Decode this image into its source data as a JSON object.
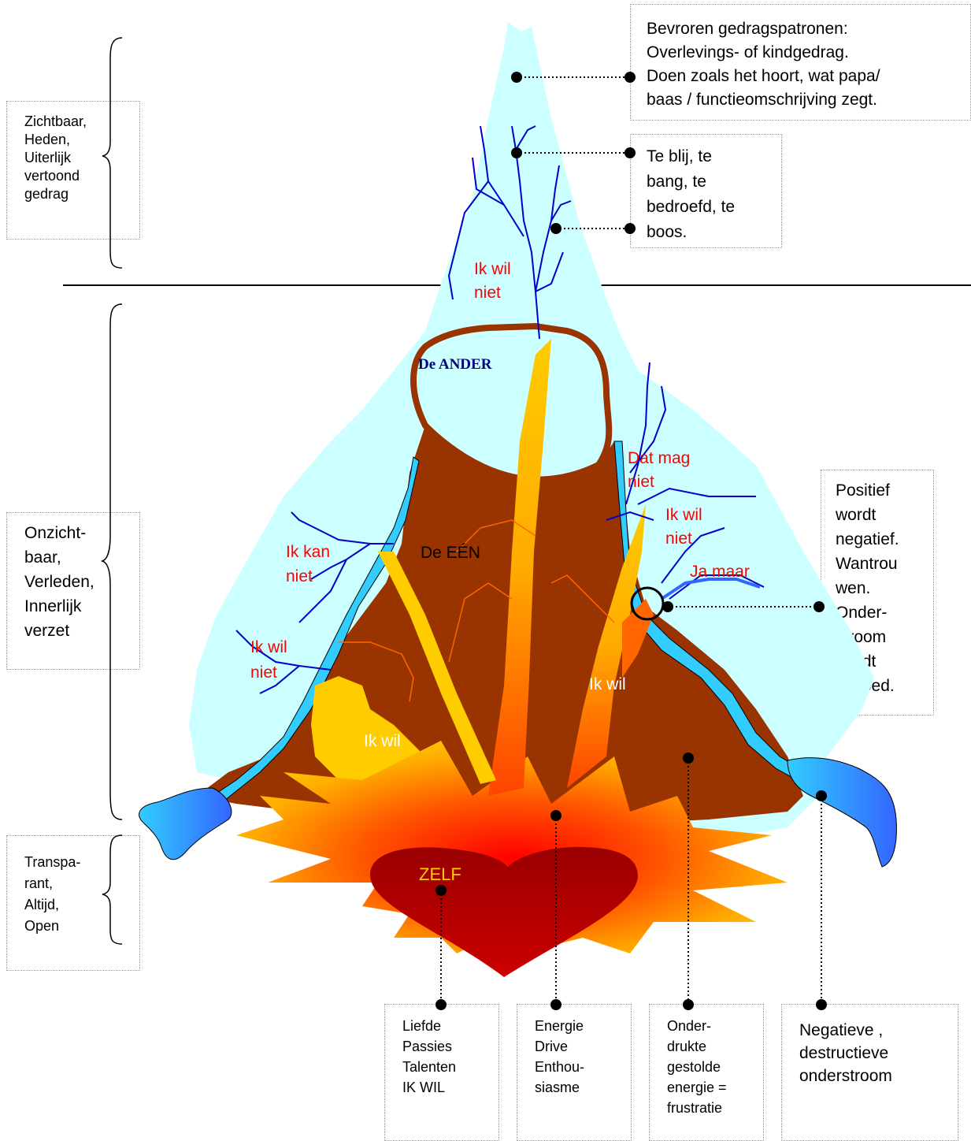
{
  "side_boxes": {
    "visible": "Zichtbaar,\nHeden,\nUiterlijk\nvertoond\ngedrag",
    "invisible": "Onzicht-\nbaar,\nVerleden,\nInnerlijk\nverzet",
    "transparent": "Transpa-\nrant,\nAltijd,\nOpen"
  },
  "callouts": {
    "frozen": "Bevroren gedragspatronen:\nOverlevings- of kindgedrag.\nDoen zoals het hoort, wat papa/\nbaas / functieomschrijving zegt.",
    "emotions": "Te blij, te\nbang, te\nbedroefd, te\nboos.",
    "positive": "Positief\nwordt\nnegatief.\nWantrou\nwen.\nOnder-\nstroom\nwordt\ngevoed."
  },
  "bottom_boxes": {
    "love": "Liefde\nPassies\nTalenten\nIK WIL",
    "energy": "Energie\nDrive\nEnthou-\nsiasme",
    "suppressed": "Onder-\ndrukte\ngestolde\nenergie =\nfrustratie",
    "negative": "Negatieve ,\ndestructieve\nonderstroom"
  },
  "labels": {
    "ik_wil_niet_top_1": "Ik wil",
    "ik_wil_niet_top_2": "niet",
    "de_ander": "De ANDER",
    "dat_mag_1": "Dat mag",
    "dat_mag_2": "niet",
    "ik_wil_niet_right_1": "Ik wil",
    "ik_wil_niet_right_2": "niet",
    "ja_maar": "Ja maar",
    "ik_kan_1": "Ik kan",
    "ik_kan_2": "niet",
    "ik_wil_niet_left_1": "Ik wil",
    "ik_wil_niet_left_2": "niet",
    "de_een": "De EÉN",
    "ik_wil_right": "Ik wil",
    "ik_wil_left": "Ik wil",
    "zelf": "ZELF"
  },
  "colors": {
    "ice": "#ccffff",
    "earth": "#993300",
    "river": "#33ccff",
    "lake": "#3366ff",
    "roots": "#0000cc",
    "label_red": "#ff0000",
    "de_ander_blue": "#000080",
    "zelf_gold": "#ffcc00"
  }
}
